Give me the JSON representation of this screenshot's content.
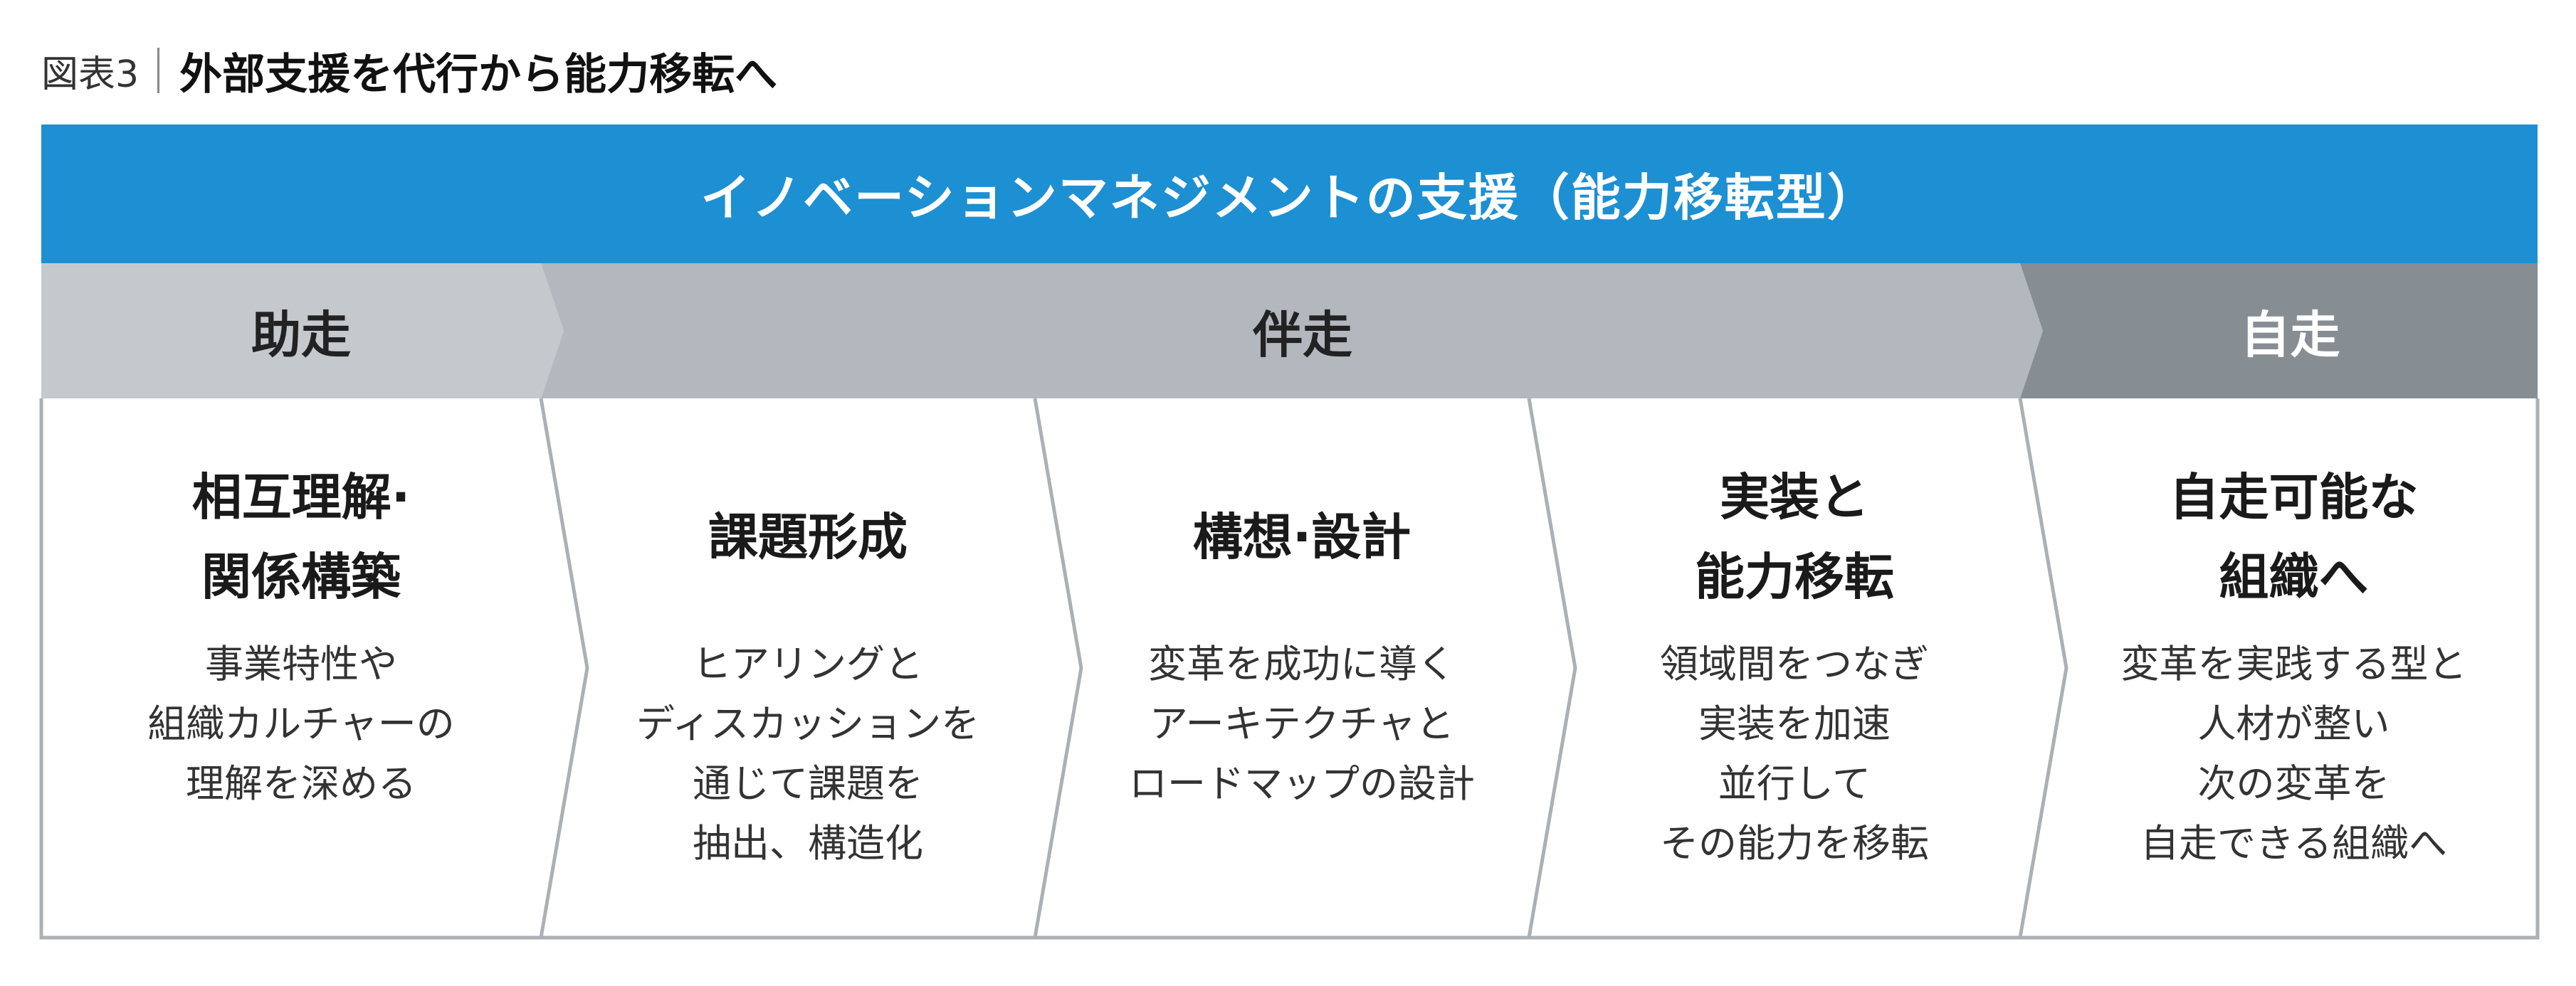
{
  "caption": {
    "label": "図表3",
    "title": "外部支援を代行から能力移転へ"
  },
  "banner": {
    "text": "イノベーションマネジメントの支援（能力移転型）"
  },
  "colors": {
    "banner": "#1d8fd3",
    "phase_assist": "#c4c9ce",
    "phase_accompany": "#b2b8bd",
    "phase_self": "#868e94",
    "border": "#aab0b5"
  },
  "phases": [
    {
      "label": "助走"
    },
    {
      "label": "伴走"
    },
    {
      "label": "自走"
    }
  ],
  "columns": [
    {
      "title_lines": [
        "相互理解·",
        "関係構築"
      ],
      "desc_lines": [
        "事業特性や",
        "組織カルチャーの",
        "理解を深める"
      ]
    },
    {
      "title_lines": [
        "課題形成"
      ],
      "desc_lines": [
        "ヒアリングと",
        "ディスカッションを",
        "通じて課題を",
        "抽出、構造化"
      ]
    },
    {
      "title_lines": [
        "構想·設計"
      ],
      "desc_lines": [
        "変革を成功に導く",
        "アーキテクチャと",
        "ロードマップの設計"
      ]
    },
    {
      "title_lines": [
        "実装と",
        "能力移転"
      ],
      "desc_lines": [
        "領域間をつなぎ",
        "実装を加速",
        "並行して",
        "その能力を移転"
      ]
    },
    {
      "title_lines": [
        "自走可能な",
        "組織へ"
      ],
      "desc_lines": [
        "変革を実践する型と",
        "人材が整い",
        "次の変革を",
        "自走できる組織へ"
      ]
    }
  ]
}
